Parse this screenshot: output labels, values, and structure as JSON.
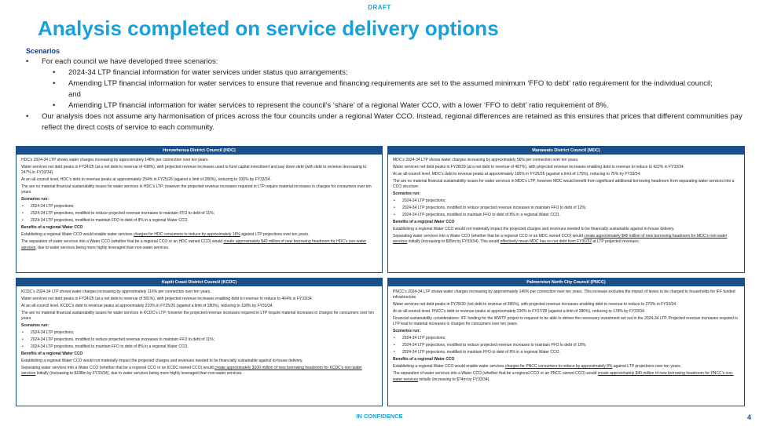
{
  "header": {
    "draft": "DRAFT",
    "title": "Analysis completed on service delivery options"
  },
  "scenarios": {
    "heading": "Scenarios",
    "bullet1": "For each council we have developed three scenarios:",
    "sub1": "2024-34 LTP financial information for water services under status quo arrangements;",
    "sub2a": "Amending LTP financial information for water services to ensure that revenue and financing requirements are set to the assumed minimum ‘FFO to debt’ ratio requirement for the individual council;",
    "sub2b": "and",
    "sub3": "Amending LTP financial information for water services to represent the council’s ‘share’ of a regional Water CCO, with a lower ‘FFO to debt’ ratio requirement of 8%.",
    "bullet2": "Our analysis does not assume any harmonisation of prices across the four councils under a regional Water CCO. Instead, regional differences are retained as this ensures that prices that different communities pay reflect the direct costs of service to each community."
  },
  "hdc": {
    "title": "Horowhenua District Council (HDC)",
    "p1": "HDC’s 2024-34 LTP shows water charges increasing by approximately 148% per connection over ten years.",
    "p2": "Water services net debt peaks in FY24/25 (at a net debt to revenue of 438%), with projected revenue increases used to fund capital investment and pay down debt (with debt to revenue decreasing to 247% in FY33/34).",
    "p3": "At an all-council level, HDC’s debt to revenue peaks at approximately 254% in FY25/26 (against a limit of 280%), reducing to 200% by FY33/34.",
    "p4": "The are no material financial sustainability issues for water services in HDC’s LTP; however the projected revenue increases required in LTP require material increases in charges for consumers over ten years.",
    "scen_h": "Scenarios run:",
    "s1": "2024-34 LTP projections;",
    "s2": "2024-34 LTP projections, modified to reduce projected revenue increases to maintain FFO to debt of 11%;",
    "s3": "2024-34 LTP projections, modified to maintain FFO to debt of 8% in a regional Water CCO.",
    "ben_h": "Benefits of a regional Water CCO",
    "b1a": "Establishing a regional Water CCO would enable water services ",
    "b1u": "charges for HDC consumers to reduce by approximately 16%",
    "b1b": " against LTP projections over ten years.",
    "b2a": "The separation of water services into a Water CCO (whether that be a regional CCO or an HDC owned CCO) would ",
    "b2u": "create approximately $40 million of new borrowing headroom for HDC’s non-water services",
    "b2b": ", due to water services being more highly leveraged than non-water services."
  },
  "mdc": {
    "title": "Manawatu District Council (MDC)",
    "p1": "MDC’s 2024-34 LTP shows water charges increasing by approximately 56% per connection over ten years.",
    "p2": "Water services net debt peaks in FY28/29 (at a net debt to revenue of 487%), with projected revenue increases enabling debt to revenue to reduce to 422% in FY33/34.",
    "p3": "At an all-council level, MDC’s debt to revenue peaks at approximately 166% in FY25/26 (against a limit of 175%), reducing to 75% by FY33/34.",
    "p4": "The are no material financial sustainability issues for water services in MDC’s LTP; however MDC would benefit from significant additional borrowing headroom from separating water services into a CCO structure.",
    "scen_h": "Scenarios run:",
    "s1": "2024-34 LTP projections;",
    "s2": "2024-34 LTP projections, modified to reduce projected revenue increases to maintain FFO to debt of 12%;",
    "s3": "2024-34 LTP projections, modified to maintain FFO to debt of 8% in a regional Water CCO.",
    "ben_h": "Benefits of a regional Water CCO",
    "b1": "Establishing a regional Water CCO would not materially impact the projected charges and revenues needed to be financially sustainable against in-house delivery.",
    "b2a": "Separating water services into a Water CCO (whether that be a regional CCO or an MDC owned CCO) would ",
    "b2u": "create approximately $40 million of new borrowing headroom for MDC’s non-water services",
    "b2b": " initially (increasing to $95m by FY33/34). This would ",
    "b2u2": "effectively mean MDC has no net debt from FY31/32",
    "b2c": " at LTP projected revenues."
  },
  "kcdc": {
    "title": "Kapiti Coast District Council (KCDC)",
    "p1": "KCDC’s 2024-34 LTP shows water charges increasing by approximately 116% per connection over ten years.",
    "p2": "Water services net debt peaks in FY24/25 (at a net debt to revenue of 581%), with projected revenue increases enabling debt to revenue to reduce to 464% in FY33/34.",
    "p3": "At an all-council level, KCDC’s debt to revenue peaks at approximately 210% in FY25/26 (against a limit of 280%), reducing to 118% by FY33/34.",
    "p4": "The are no material financial sustainability issues for water services in KCDC’s LTP; however the projected revenue increases required in LTP require material increases in charges for consumers over ten years.",
    "scen_h": "Scenarios run:",
    "s1": "2024-34 LTP projections;",
    "s2": "2024-34 LTP projections, modified to reduce projected revenue increases to maintain FFO to debt of 11%;",
    "s3": "2024-34 LTP projections, modified to maintain FFO to debt of 8% in a regional Water CCO.",
    "ben_h": "Benefits of a regional Water CCO",
    "b1": "Establishing a regional Water CCO would not materially impact the projected charges and revenues needed to be financially sustainable against in-house delivery.",
    "b2a": "Separating water services into a Water CCO (whether that be a regional CCO or an KCDC owned CCO) would ",
    "b2u": "create approximately $100 million of new borrowing headroom for KCDC’s non-water services",
    "b2b": " initially (increasing to $188m by FY33/34), due to water services being more highly leveraged than non-water services."
  },
  "pncc": {
    "title": "Palmerston North City Council (PNCC)",
    "p1": "PNCC’s 2024-34 LTP shows water charges increasing by approximately 146% per connection over ten years. This increase excludes the impact of levies to be charged to households for IFF funded infrastructure.",
    "p2": "Water services net debt peaks in FY29/30 (net debt to revenue of 395%), with projected revenue increases enabling debt to revenue to reduce to 270% in FY33/34.",
    "p3": "At an all-council level, PNCC’s debt to revenue peaks at approximately 230% in FY27/28 (against a limit of 280%), reducing to 178% by FY33/34.",
    "p4": "Financial sustainability considerations: IFF funding for the WWTP project is required to be able to deliver the necessary investment set out in the 2024-34 LTP. Projected revenue increases required in LTP lead to material increases in charges for consumers over ten years.",
    "scen_h": "Scenarios run:",
    "s1": "2024-34 LTP projections;",
    "s2": "2024-34 LTP projections, modified to reduce projected revenue increases to maintain FFO to debt of 10%;",
    "s3": "2024-34 LTP projections, modified to maintain FFO to debt of 8% in a regional Water CCO.",
    "ben_h": "Benefits of a regional Water CCO",
    "b1a": "Establishing a regional Water CCO would enable water services ",
    "b1u": "charges for PNCC consumers to reduce by approximately 8%",
    "b1b": " against LTP projections over ten years.",
    "b2a": "The separation of water services into a Water CCO (whether that be a regional CCO or an PNCC owned CCO) would ",
    "b2u": "create approximately $40 million of new borrowing headroom for PNCC’s non-water services",
    "b2b": " initially (increasing to $74m by FY33/34)."
  },
  "footer": {
    "confidence": "IN CONFIDENCE",
    "page": "4"
  }
}
